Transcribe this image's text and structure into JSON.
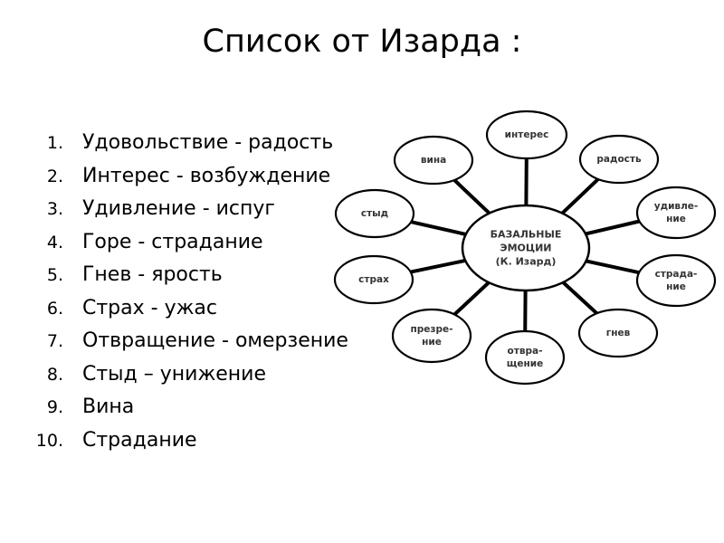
{
  "title": "Список от Изарда :",
  "list": [
    {
      "num": "1.",
      "text": "Удовольствие - радость"
    },
    {
      "num": "2.",
      "text": "Интерес - возбуждение"
    },
    {
      "num": "3.",
      "text": "Удивление - испуг"
    },
    {
      "num": "4.",
      "text": "Горе - страдание"
    },
    {
      "num": "5.",
      "text": "Гнев - ярость"
    },
    {
      "num": "6.",
      "text": "Страх - ужас"
    },
    {
      "num": "7.",
      "text": "Отвращение - омерзение"
    },
    {
      "num": "8.",
      "text": "Стыд – унижение"
    },
    {
      "num": "9.",
      "text": "Вина"
    },
    {
      "num": "10.",
      "text": "Страдание"
    }
  ],
  "diagram": {
    "center": [
      "БАЗАЛЬНЫЕ",
      "ЭМОЦИИ",
      "(К. Изард)"
    ],
    "nodes": [
      {
        "id": "interes",
        "lines": [
          "интерес"
        ]
      },
      {
        "id": "radost",
        "lines": [
          "радость"
        ]
      },
      {
        "id": "udivlenie",
        "lines": [
          "удивле-",
          "ние"
        ]
      },
      {
        "id": "stradanie",
        "lines": [
          "страда-",
          "ние"
        ]
      },
      {
        "id": "gnev",
        "lines": [
          "гнев"
        ]
      },
      {
        "id": "otvraschenie",
        "lines": [
          "отвра-",
          "щение"
        ]
      },
      {
        "id": "prezrenie",
        "lines": [
          "презре-",
          "ние"
        ]
      },
      {
        "id": "strah",
        "lines": [
          "страх"
        ]
      },
      {
        "id": "styd",
        "lines": [
          "стыд"
        ]
      },
      {
        "id": "vina",
        "lines": [
          "вина"
        ]
      }
    ]
  }
}
